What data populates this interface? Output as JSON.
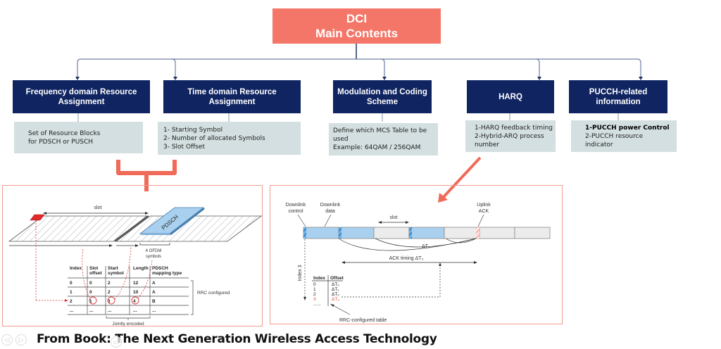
{
  "root": {
    "line1": "DCI",
    "line2": "Main Contents"
  },
  "categories": [
    {
      "title": "Frequency domain Resource Assignment",
      "desc": [
        "Set of Resource Blocks",
        "for PDSCH or PUSCH"
      ]
    },
    {
      "title": "Time domain Resource Assignment",
      "desc": [
        "1- Starting Symbol",
        "2- Number of allocated Symbols",
        "3- Slot Offset"
      ]
    },
    {
      "title": "Modulation and Coding Scheme",
      "desc": [
        "Define which MCS Table to be used",
        "Example: 64QAM / 256QAM"
      ]
    },
    {
      "title": "HARQ",
      "desc": [
        "1-HARQ feedback  timing",
        "2-Hybrid-ARQ  process",
        "number"
      ]
    },
    {
      "title": "PUCCH-related information",
      "desc": [
        "1-PUCCH power Control",
        "2-PUCCH resource",
        "indicator"
      ]
    }
  ],
  "left_diagram": {
    "slot_label": "slot",
    "pdsch_label": "PDSCH",
    "ofdm_label1": "4 OFDM",
    "ofdm_label2": "symbols",
    "table_headers": [
      "Index",
      "Slot offset",
      "Start symbol",
      "Length",
      "PDSCH mapping type"
    ],
    "table_rows": [
      [
        "0",
        "0",
        "2",
        "12",
        "A"
      ],
      [
        "1",
        "0",
        "2",
        "10",
        "A"
      ],
      [
        "2",
        "1",
        "3",
        "4",
        "B"
      ],
      [
        "...",
        "...",
        "...",
        "...",
        "..."
      ]
    ],
    "rrc_label": "RRC configured",
    "jointly_label": "Jointly encoded"
  },
  "right_diagram": {
    "dl_control": [
      "Downlink",
      "control"
    ],
    "dl_data": [
      "Downlink",
      "data"
    ],
    "slot_label": "slot",
    "uplink_ack": [
      "Uplink",
      "ACK"
    ],
    "dt2_label": "ΔT₂",
    "ack_timing_label": "ACK timing ΔT₃",
    "index3_label": "Index 3",
    "table_headers": [
      "Index",
      "Offset"
    ],
    "table_rows": [
      [
        "0",
        "ΔT₀"
      ],
      [
        "1",
        "ΔT₁"
      ],
      [
        "2",
        "ΔT₂"
      ],
      [
        "3",
        "ΔT₃"
      ],
      [
        "......",
        ""
      ]
    ],
    "rrc_table_label": "RRC-configured table"
  },
  "footer": {
    "text": "From Book: The Next Generation Wireless Access Technology"
  },
  "colors": {
    "root": "#f47668",
    "category": "#0f2461",
    "desc": "#d3dfe0",
    "accent": "#f06a5a",
    "pdsch": "#a9d1ef"
  }
}
